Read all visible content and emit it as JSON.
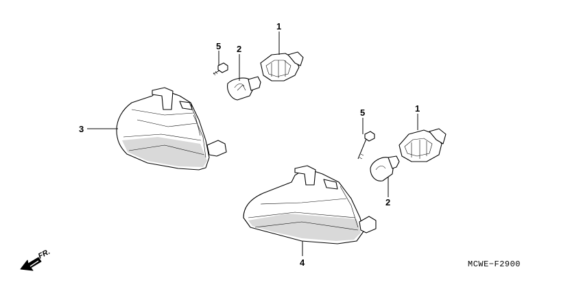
{
  "callouts": {
    "c1a": "1",
    "c2a": "2",
    "c5a": "5",
    "c3": "3",
    "c5b": "5",
    "c1b": "1",
    "c2b": "2",
    "c4": "4"
  },
  "direction_label": "FR.",
  "diagram_code": "MCWE−F2900"
}
